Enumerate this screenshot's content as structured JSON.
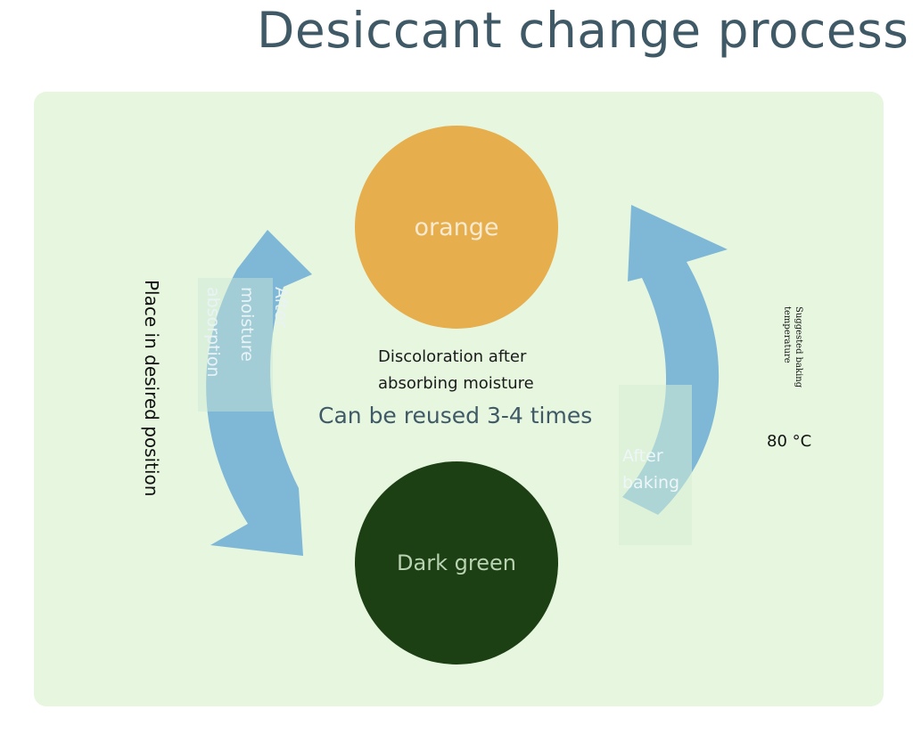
{
  "title": "Desiccant change process",
  "states": {
    "orange": "orange",
    "dark_green": "Dark green"
  },
  "center": {
    "discoloration_line1": "Discoloration after",
    "discoloration_line2": "absorbing moisture",
    "reuse": "Can be reused 3-4 times"
  },
  "left": {
    "arrow_line1": "After",
    "arrow_line2": "moisture",
    "arrow_line3": "absorption",
    "side_label": "Place in desired position"
  },
  "right": {
    "arrow_line1": "After",
    "arrow_line2": "baking",
    "side_label_line1": "Suggested baking",
    "side_label_line2": "temperature",
    "temperature": "80 °C"
  },
  "colors": {
    "title": "#3f5a66",
    "panel": "#e6f6df",
    "orange": "#e6ae4c",
    "dark_green": "#1c3f13",
    "arrow": "#7fb7d7"
  }
}
